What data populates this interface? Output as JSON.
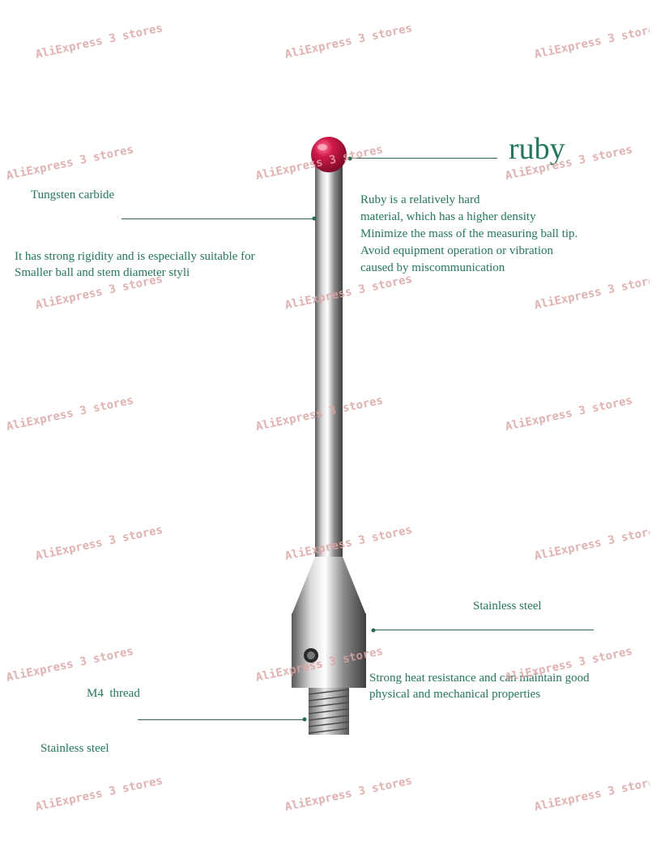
{
  "labels": {
    "ruby_title": "ruby",
    "tungsten": "Tungsten carbide",
    "rigidity": [
      "It has strong rigidity and is especially suitable for",
      "Smaller ball and stem diameter styli"
    ],
    "ruby_desc": [
      "Ruby is a relatively hard",
      "material, which has a higher density",
      "Minimize the mass of the measuring ball tip.",
      "Avoid equipment operation or vibration",
      "caused by miscommunication"
    ],
    "stainless_right": "Stainless steel",
    "heat": [
      "Strong heat resistance and can maintain good",
      "physical and mechanical properties"
    ],
    "m4": "M4  thread",
    "stainless_left": "Stainless steel"
  },
  "watermark": "AliExpress 3 stores",
  "colors": {
    "label": "#1e7a5c",
    "ruby": "#d0184a",
    "watermark": "#e0a3a3"
  }
}
